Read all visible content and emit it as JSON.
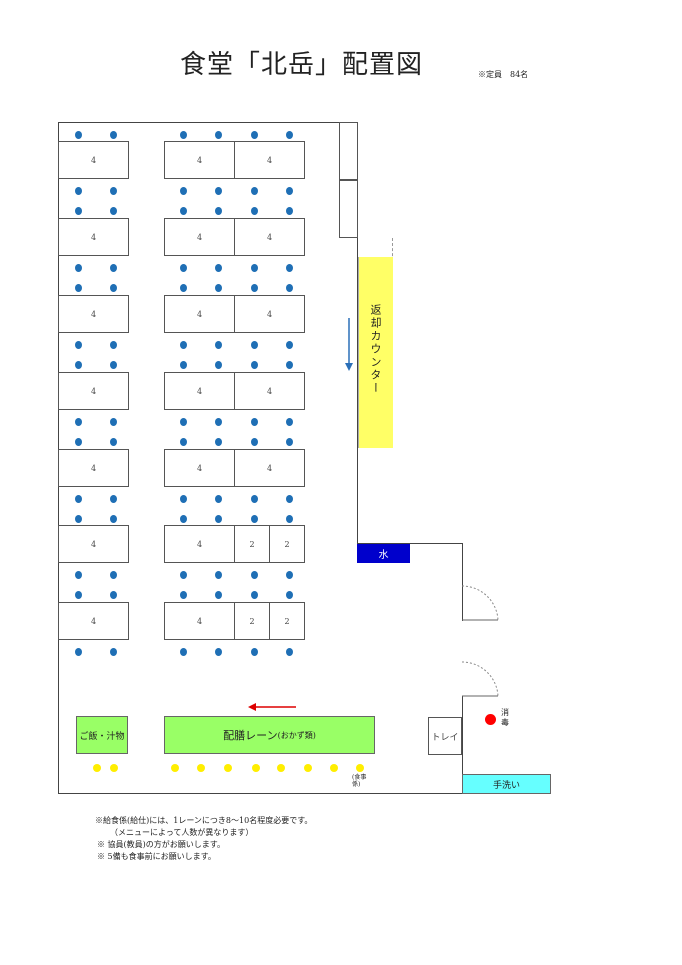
{
  "header": {
    "title": "食堂「北岳」配置図",
    "capacity": "※定員　84名"
  },
  "tables": {
    "four": "4",
    "two": "2"
  },
  "counter": {
    "label": "返却カウンター",
    "color": "#ffff66"
  },
  "water": {
    "label": "水",
    "color": "#0000cc"
  },
  "serving": {
    "rice_label": "ご飯・汁物",
    "lane_label": "配膳レーン",
    "lane_sub": "(おかず類)",
    "color": "#99ff66"
  },
  "tray": {
    "label": "トレイ"
  },
  "disinfect": {
    "label": "消毒",
    "color": "#ff0000"
  },
  "handwash": {
    "label": "手洗い",
    "color": "#66ffff"
  },
  "staff_note": "(食事係)",
  "seat_color": "#1f6fb5",
  "server_color": "#ffee00",
  "notes": [
    "※給食係(給仕)には、1レーンにつき8～10名程度必要です。",
    "（メニューによって人数が異なります）",
    "※ 協員(教員)の方がお願いします。",
    "※ 5備も食事前にお願いします。"
  ]
}
